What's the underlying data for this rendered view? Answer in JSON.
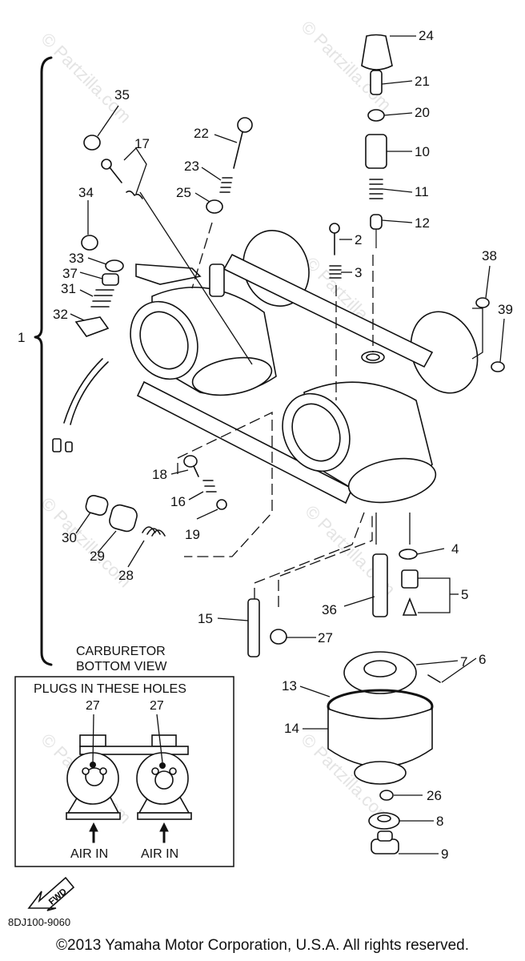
{
  "diagram": {
    "title": "Carburetor exploded parts diagram",
    "assembly_label": "1",
    "watermark": "© Partzilla.com",
    "drawing_code": "8DJ100-9060",
    "copyright": "©2013  Yamaha Motor Corporation, U.S.A. All rights reserved.",
    "fwd_label": "FWD",
    "callouts": [
      {
        "id": "p35",
        "number": "35"
      },
      {
        "id": "p17",
        "number": "17"
      },
      {
        "id": "p22",
        "number": "22"
      },
      {
        "id": "p23",
        "number": "23"
      },
      {
        "id": "p25",
        "number": "25"
      },
      {
        "id": "p34",
        "number": "34"
      },
      {
        "id": "p33",
        "number": "33"
      },
      {
        "id": "p37",
        "number": "37"
      },
      {
        "id": "p31",
        "number": "31"
      },
      {
        "id": "p32",
        "number": "32"
      },
      {
        "id": "p24",
        "number": "24"
      },
      {
        "id": "p21",
        "number": "21"
      },
      {
        "id": "p20",
        "number": "20"
      },
      {
        "id": "p10",
        "number": "10"
      },
      {
        "id": "p11",
        "number": "11"
      },
      {
        "id": "p12",
        "number": "12"
      },
      {
        "id": "p2",
        "number": "2"
      },
      {
        "id": "p3",
        "number": "3"
      },
      {
        "id": "p38",
        "number": "38"
      },
      {
        "id": "p39",
        "number": "39"
      },
      {
        "id": "p18",
        "number": "18"
      },
      {
        "id": "p16",
        "number": "16"
      },
      {
        "id": "p19",
        "number": "19"
      },
      {
        "id": "p30",
        "number": "30"
      },
      {
        "id": "p29",
        "number": "29"
      },
      {
        "id": "p28",
        "number": "28"
      },
      {
        "id": "p4",
        "number": "4"
      },
      {
        "id": "p5",
        "number": "5"
      },
      {
        "id": "p36",
        "number": "36"
      },
      {
        "id": "p15",
        "number": "15"
      },
      {
        "id": "p27",
        "number": "27"
      },
      {
        "id": "p7",
        "number": "7"
      },
      {
        "id": "p6",
        "number": "6"
      },
      {
        "id": "p13",
        "number": "13"
      },
      {
        "id": "p14",
        "number": "14"
      },
      {
        "id": "p26",
        "number": "26"
      },
      {
        "id": "p8",
        "number": "8"
      },
      {
        "id": "p9",
        "number": "9"
      }
    ],
    "inset": {
      "caption_line1": "CARBURETOR",
      "caption_line2": "BOTTOM VIEW",
      "heading": "PLUGS IN THESE HOLES",
      "plug_labels": [
        "27",
        "27"
      ],
      "air_in_labels": [
        "AIR IN",
        "AIR IN"
      ]
    }
  }
}
